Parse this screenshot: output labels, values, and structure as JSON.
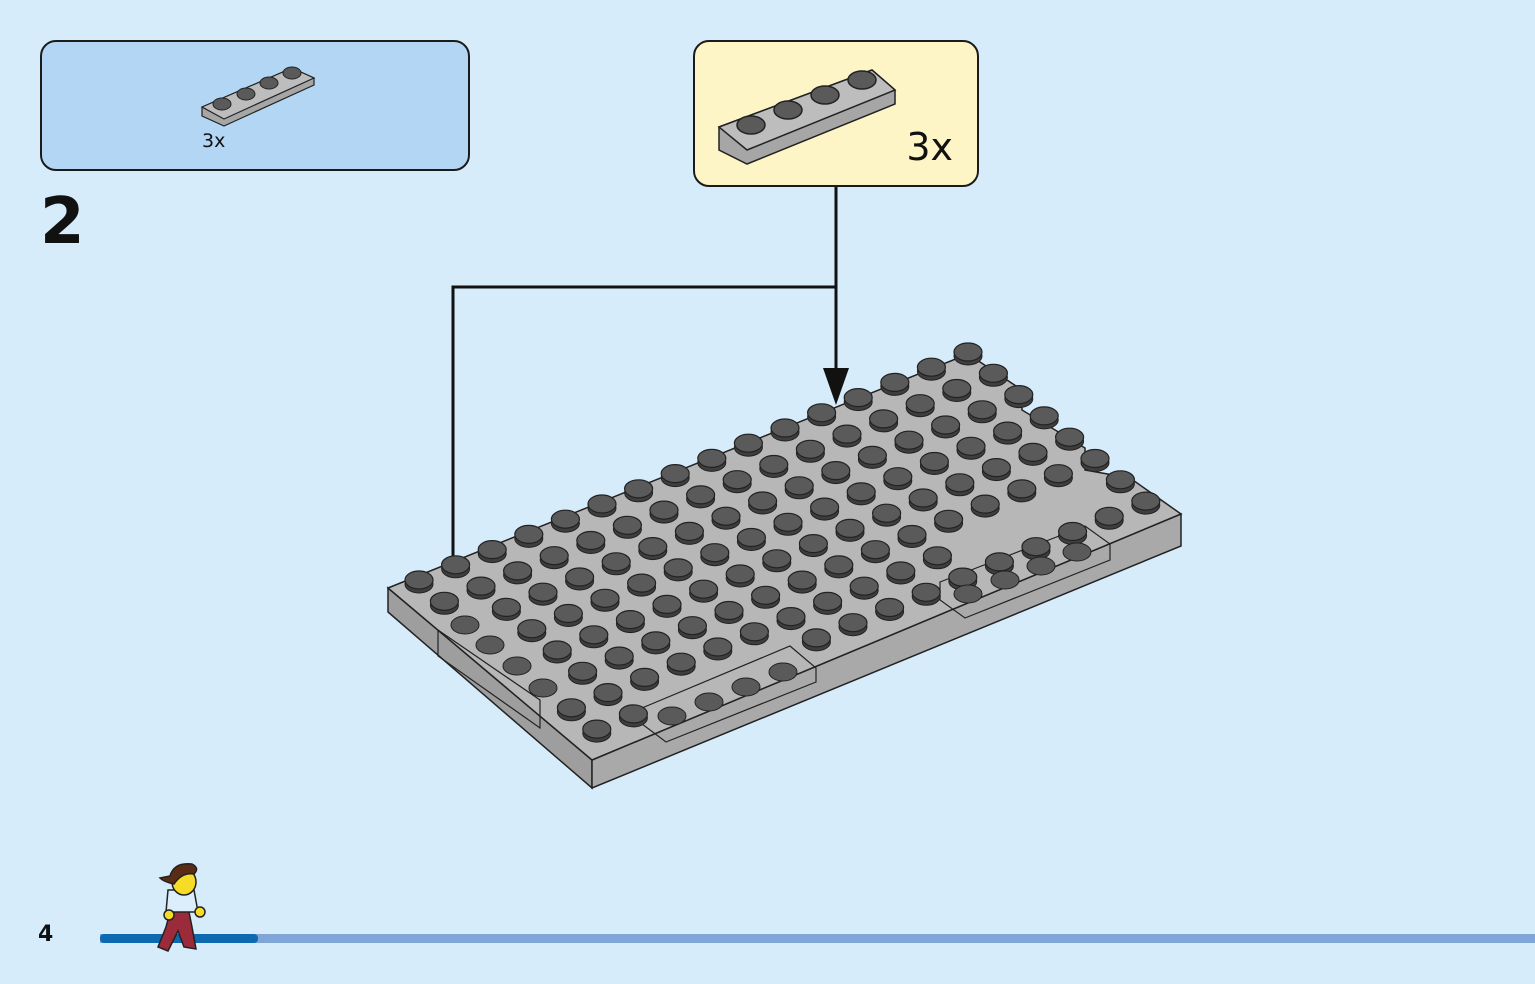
{
  "step": {
    "number": "2"
  },
  "parts_list": {
    "count": "3x",
    "part": "plate-1x4-gray"
  },
  "callout": {
    "count": "3x",
    "part": "plate-1x4-gray"
  },
  "page": {
    "number": "4"
  },
  "progress": {
    "fraction": 0.11
  },
  "colors": {
    "background": "#d6ecfb",
    "parts_box": "#b2d6f3",
    "callout_box": "#fdf5c6",
    "brick_gray": "#a0a0a0",
    "stud_dark": "#5a5a5a",
    "progress_done": "#0e6ab0",
    "progress_remaining": "#7fa6d6"
  }
}
